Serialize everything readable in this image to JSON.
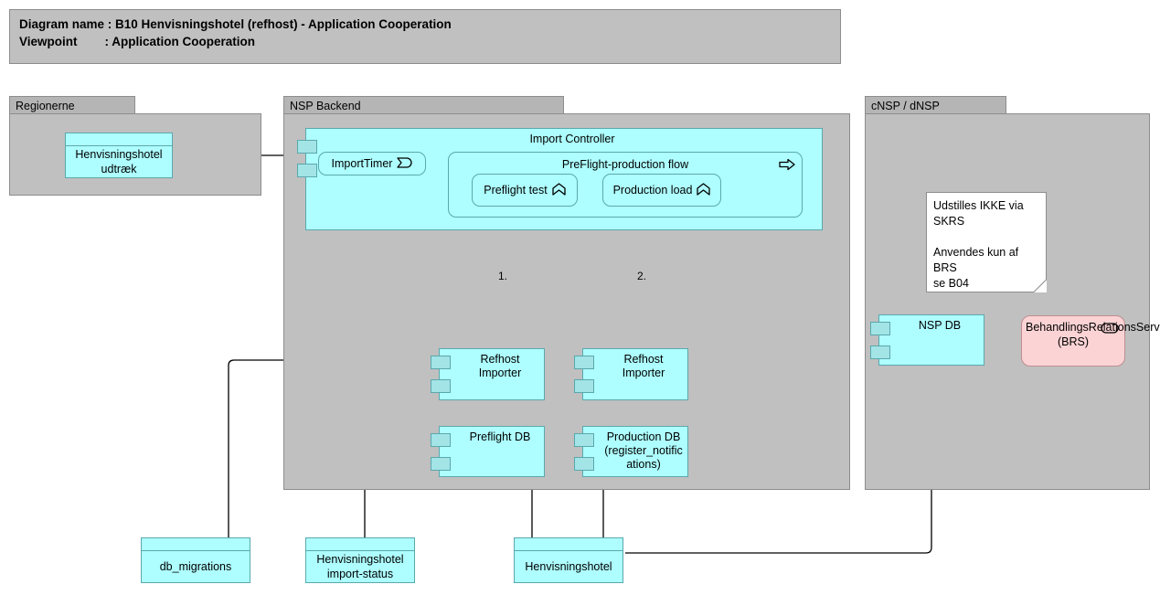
{
  "header": {
    "line1": "Diagram name : B10 Henvisningshotel (refhost) - Application Cooperation",
    "line2": "Viewpoint        : Application Cooperation"
  },
  "groups": [
    {
      "id": "regionerne",
      "label": "Regionerne"
    },
    {
      "id": "nsp-backend",
      "label": "NSP Backend"
    },
    {
      "id": "cnsp-dnsp",
      "label": "cNSP / dNSP"
    }
  ],
  "elements": {
    "henvisningshotel_udtraek": {
      "label": "Henvisningshotel udtræk",
      "type": "data-object"
    },
    "import_controller": {
      "label": "Import Controller",
      "type": "application-component"
    },
    "import_timer": {
      "label": "ImportTimer",
      "type": "application-event",
      "icon": "event-icon"
    },
    "preflight_production_flow": {
      "label": "PreFlight-production flow",
      "type": "application-process",
      "icon": "process-arrow-icon"
    },
    "preflight_test": {
      "label": "Preflight test",
      "type": "application-function",
      "icon": "function-icon"
    },
    "production_load": {
      "label": "Production load",
      "type": "application-function",
      "icon": "function-icon"
    },
    "refhost_importer_left": {
      "label": "Refhost Importer",
      "type": "application-component"
    },
    "refhost_importer_right": {
      "label": "Refhost Importer",
      "type": "application-component"
    },
    "preflight_db": {
      "label": "Preflight DB",
      "type": "application-component"
    },
    "production_db": {
      "label": "Production DB (register_notifications)",
      "type": "application-component"
    },
    "nsp_db": {
      "label": "NSP DB",
      "type": "application-component"
    },
    "brs_service": {
      "label": "BehandlingsRelationsService (BRS)",
      "type": "application-service",
      "icon": "service-oval-icon"
    },
    "db_migrations": {
      "label": "db_migrations",
      "type": "data-object"
    },
    "henvisningshotel_import_status": {
      "label": "Henvisningshotel import-status",
      "type": "data-object"
    },
    "henvisningshotel": {
      "label": "Henvisningshotel",
      "type": "data-object"
    },
    "note_skrs": {
      "text": "Udstilles IKKE via SKRS\n\nAnvendes kun af BRS\nse B04",
      "type": "note"
    }
  },
  "connection_labels": {
    "flow_1": "1.",
    "flow_2": "2."
  },
  "colors": {
    "application_fill": "#AEFEFF",
    "application_stroke": "#5AA8AD",
    "service_fill": "#FBD3D5",
    "service_stroke": "#C08E91",
    "group_fill": "#C0C0C0",
    "group_tab_fill": "#B5B5B5",
    "group_stroke": "#8D8D8D",
    "note_fill": "#FFFFFF",
    "connector_stroke": "#000000"
  }
}
